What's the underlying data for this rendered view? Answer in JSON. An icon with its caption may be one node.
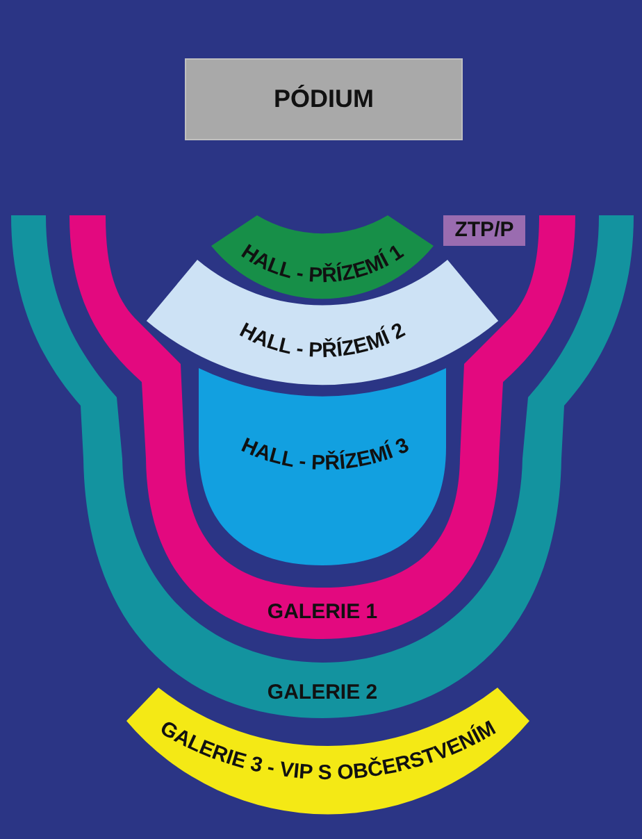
{
  "diagram": {
    "nodes": [
      {
        "text": [
          "PÓDIUM"
        ]
      },
      {
        "text": [
          "HALL - PŘÍZEMÍ 1"
        ]
      },
      {
        "text": [
          "ZTP/P"
        ]
      },
      {
        "text": [
          "HALL - PŘÍZEMÍ 2"
        ]
      },
      {
        "text": [
          "HALL - PŘÍZEMÍ 3"
        ]
      },
      {
        "text": [
          "GALERIE 1"
        ]
      },
      {
        "text": [
          "GALERIE 2"
        ]
      },
      {
        "text": [
          "GALERIE 3 - VIP S OBČERSTVENÍM"
        ]
      }
    ]
  }
}
